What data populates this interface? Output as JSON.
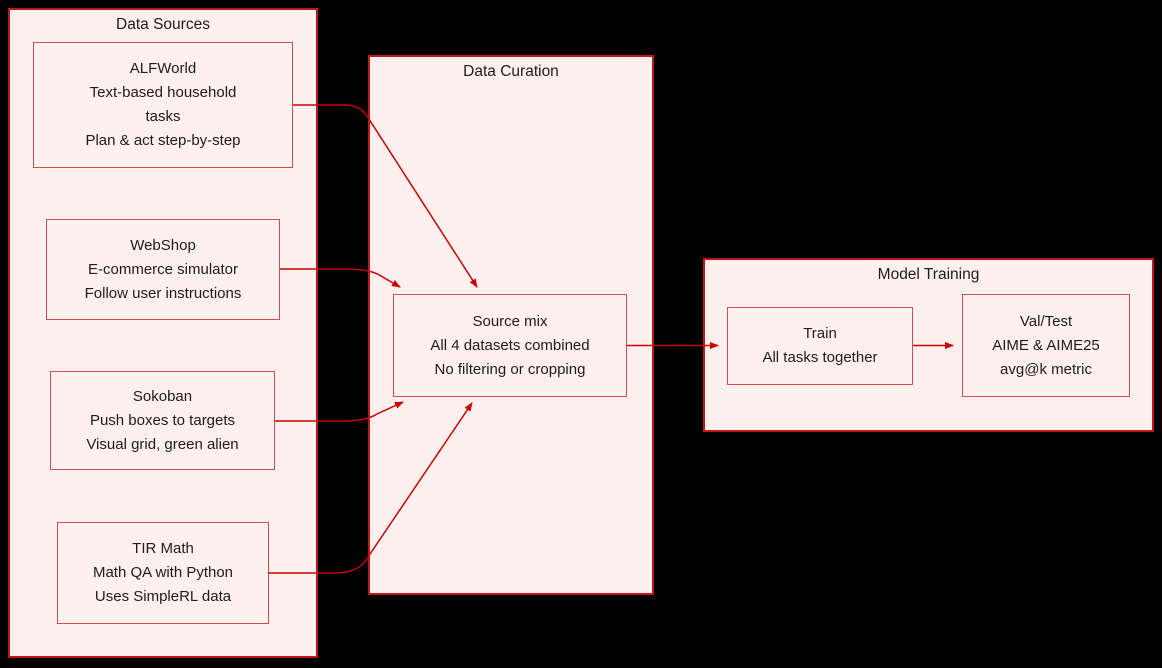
{
  "diagram": {
    "colors": {
      "background": "#000000",
      "panel_fill": "#fdf0ee",
      "container_border": "#c01818",
      "node_border": "#cc4f4f",
      "arrow": "#c80000",
      "text": "#1c1c1c"
    },
    "containers": {
      "data_sources": {
        "title": "Data Sources"
      },
      "data_curation": {
        "title": "Data Curation"
      },
      "model_training": {
        "title": "Model Training"
      }
    },
    "nodes": {
      "alfworld": {
        "lines": [
          "ALFWorld",
          "Text-based household",
          "tasks",
          "Plan & act step-by-step"
        ]
      },
      "webshop": {
        "lines": [
          "WebShop",
          "E-commerce simulator",
          "Follow user instructions"
        ]
      },
      "sokoban": {
        "lines": [
          "Sokoban",
          "Push boxes to targets",
          "Visual grid, green alien"
        ]
      },
      "tir_math": {
        "lines": [
          "TIR Math",
          "Math QA with Python",
          "Uses SimpleRL data"
        ]
      },
      "source_mix": {
        "lines": [
          "Source mix",
          "All 4 datasets combined",
          "No filtering or cropping"
        ]
      },
      "train": {
        "lines": [
          "Train",
          "All tasks together"
        ]
      },
      "val_test": {
        "lines": [
          "Val/Test",
          "AIME & AIME25",
          "avg@k metric"
        ]
      }
    },
    "edges": [
      {
        "from": "ALFWorld",
        "to": "Source mix"
      },
      {
        "from": "WebShop",
        "to": "Source mix"
      },
      {
        "from": "Sokoban",
        "to": "Source mix"
      },
      {
        "from": "TIR Math",
        "to": "Source mix"
      },
      {
        "from": "Source mix",
        "to": "Train"
      },
      {
        "from": "Train",
        "to": "Val/Test"
      }
    ]
  }
}
